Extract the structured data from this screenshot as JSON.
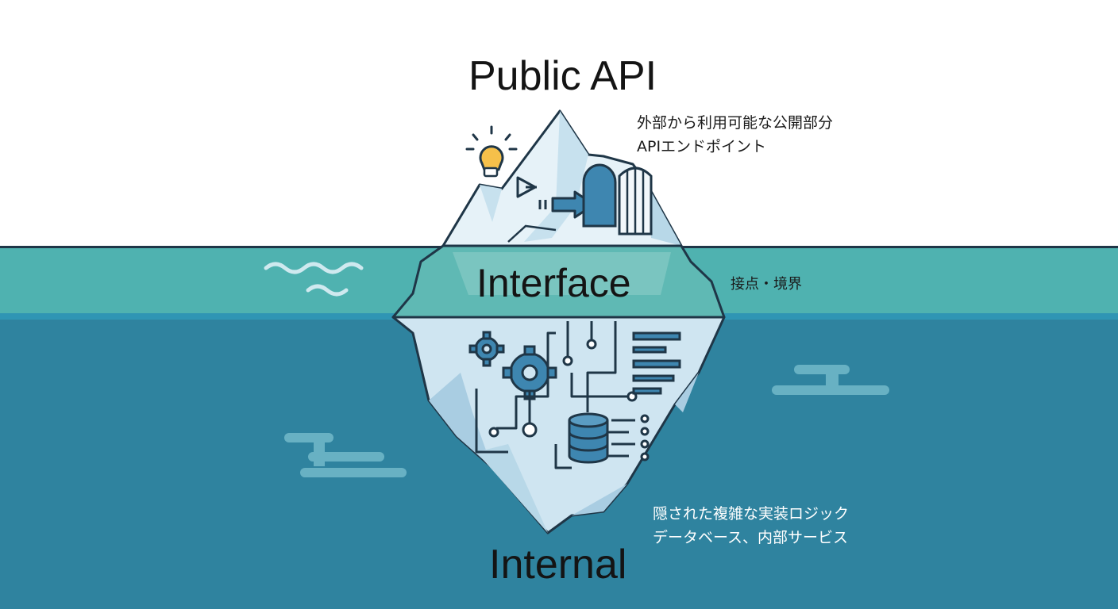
{
  "layers": {
    "public": {
      "title": "Public API",
      "lines": [
        "外部から利用可能な公開部分",
        "APIエンドポイント"
      ]
    },
    "interface": {
      "title": "Interface",
      "lines": [
        "接点・境界"
      ]
    },
    "internal": {
      "title": "Internal",
      "lines": [
        "隠された複雑な実装ロジック",
        "データベース、内部サービス"
      ]
    }
  },
  "icons": {
    "top": [
      "lightbulb-icon",
      "play-arrow-icon",
      "right-arrow-icon",
      "doorway-icon",
      "open-door-icon"
    ],
    "bottom": [
      "gear-icon",
      "circuit-icon",
      "code-lines-icon",
      "database-icon"
    ]
  },
  "colors": {
    "sky": "#ffffff",
    "interface_water": "#4fb2b0",
    "deep_water": "#2f839f",
    "ice": "#e6f2f8",
    "ice_shadow": "#b8d8e8",
    "outline": "#1f3647",
    "accent_blue": "#2f6f93",
    "bulb": "#f5c04a"
  }
}
